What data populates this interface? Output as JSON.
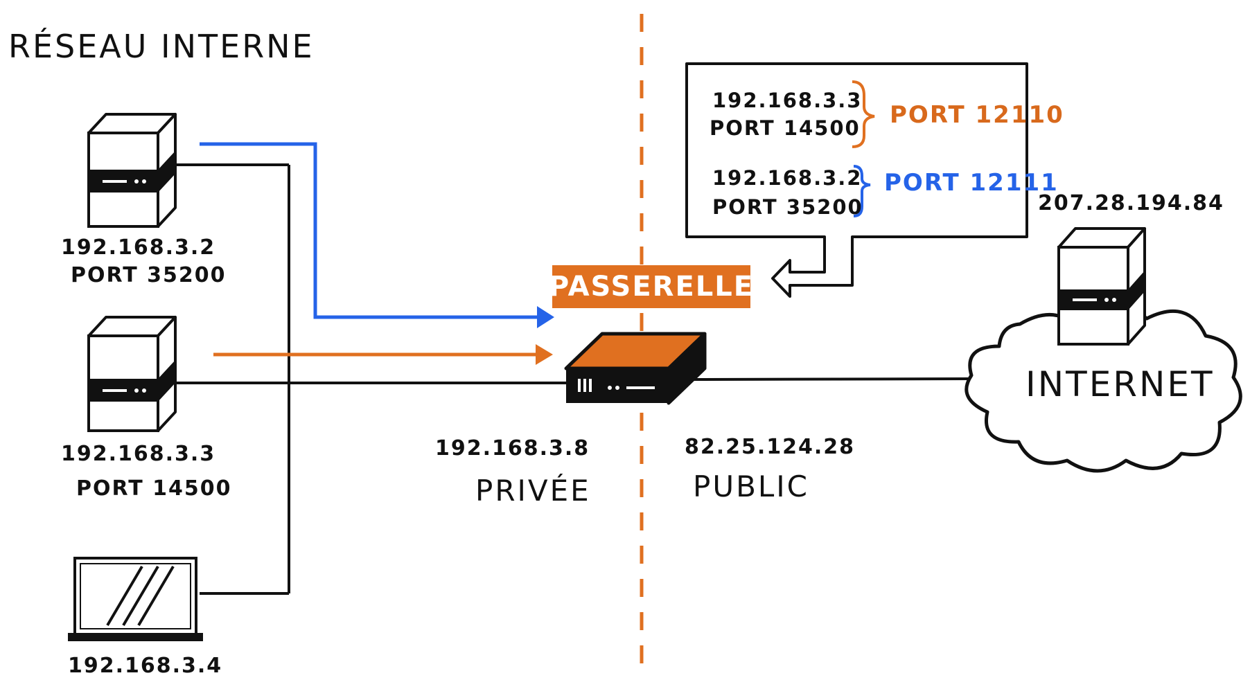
{
  "diagram": {
    "title": "RÉSEAU INTERNE",
    "hosts": [
      {
        "ip": "192.168.3.2",
        "port": "PORT 35200"
      },
      {
        "ip": "192.168.3.3",
        "port": "PORT 14500"
      },
      {
        "ip": "192.168.3.4"
      }
    ],
    "gateway": {
      "label": "PASSERELLE",
      "private_ip": "192.168.3.8",
      "private_label": "PRIVÉE",
      "public_ip": "82.25.124.28",
      "public_label": "PUBLIC"
    },
    "nat_table": [
      {
        "ip": "192.168.3.3",
        "port": "PORT 14500",
        "mapped": "PORT 12110",
        "color": "#d8691c"
      },
      {
        "ip": "192.168.3.2",
        "port": "PORT 35200",
        "mapped": "PORT 12111",
        "color": "#2563e8"
      }
    ],
    "remote_server": {
      "ip": "207.28.194.84"
    },
    "internet": {
      "label": "INTERNET"
    },
    "colors": {
      "accent_orange": "#e07020",
      "accent_blue": "#2563e8",
      "ink": "#111111"
    }
  }
}
